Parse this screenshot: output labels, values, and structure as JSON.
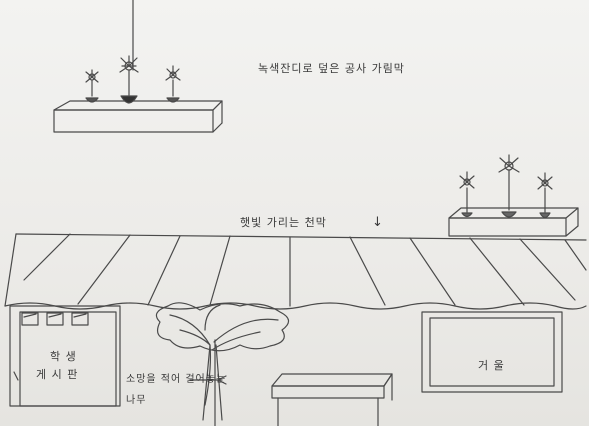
{
  "labels": {
    "top_caption": "녹색잔디로 덮은 공사 가림막",
    "sunshade": "햇빛 가리는 천막",
    "sunshade_arrow": "↓",
    "board_line1": "학 생",
    "board_line2": "게 시 판",
    "tree_line1": "소망을 적어 걸어놓는",
    "tree_line2": "나무",
    "mirror": "거 울"
  },
  "colors": {
    "pencil": "#4a4a4a",
    "paper": "#efefec"
  }
}
